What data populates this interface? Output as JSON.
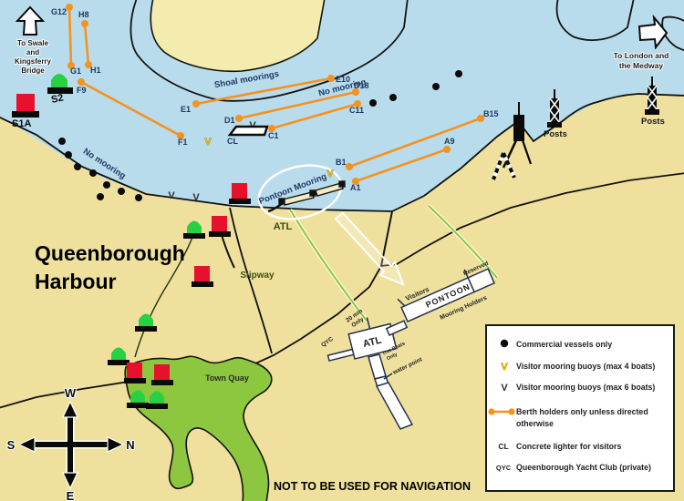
{
  "title_lines": [
    "Queenborough",
    "Harbour"
  ],
  "disclaimer": "NOT TO BE USED FOR NAVIGATION",
  "signs": {
    "swale_lines": [
      "To Swale",
      "and",
      "Kingsferry",
      "Bridge"
    ],
    "london_lines": [
      "To London and",
      "the Medway"
    ]
  },
  "area_labels": {
    "shoal_moorings": "Shoal moorings",
    "no_mooring_west": "No mooring",
    "no_mooring_east": "No mooring",
    "pontoon_mooring": "Pontoon Mooring",
    "atl": "ATL",
    "slipway": "Slipway",
    "town_quay": "Town Quay",
    "posts_west": "Posts",
    "posts_east": "Posts"
  },
  "buoy_labels": {
    "s2": "S2",
    "s1a": "S1A"
  },
  "moorings": [
    {
      "top": "G12",
      "bottom": "G1"
    },
    {
      "top": "H8",
      "bottom": "H1"
    },
    {
      "top": "F9",
      "bottom": "F1"
    },
    {
      "top": "E10",
      "bottom": "E1"
    },
    {
      "top": "D18",
      "bottom": "D1"
    },
    {
      "top": "C11",
      "bottom": "C1"
    },
    {
      "top": "B15",
      "bottom": "B1"
    },
    {
      "top": "A9",
      "bottom": "A1"
    }
  ],
  "markers": {
    "cl": "CL",
    "visitor_v": "V"
  },
  "inset": {
    "pontoon": "PONTOON",
    "visitors": "Visitors",
    "reserved": "Reserved",
    "mooring_holders": "Mooring Holders",
    "atl": "ATL",
    "twenty_min_line1": "20 min",
    "twenty_min_line2": "Only",
    "qyc": "QYC",
    "trot_line1": "Trot Boats",
    "trot_line2": "Only",
    "water_point": "water point"
  },
  "compass": {
    "n": "N",
    "s": "S",
    "e": "E",
    "w": "W"
  },
  "legend": {
    "rows": [
      {
        "symbol": "dot",
        "label": "Commercial vessels only"
      },
      {
        "symbol": "V",
        "label": "Visitor mooring buoys (max 4 boats)"
      },
      {
        "symbol": "V",
        "label": "Visitor mooring buoys (max 6 boats)"
      },
      {
        "symbol": "berth-line",
        "label_line1": "Berth holders only unless directed",
        "label_line2": "otherwise"
      },
      {
        "symbol": "CL",
        "label": "Concrete lighter for visitors"
      },
      {
        "symbol": "QYC",
        "label": "Queenborough Yacht Club (private)"
      }
    ]
  },
  "colors": {
    "water": "#B8DCEC",
    "land_green": "#8DC63F",
    "land_tan": "#EFE19D",
    "island_tan": "#F4ECAE",
    "mooring_orange": "#F6921E",
    "buoy_red": "#E8112D",
    "buoy_green": "#27D142",
    "label_navy": "#1F3864",
    "visitor_yellow": "#F2C400"
  }
}
